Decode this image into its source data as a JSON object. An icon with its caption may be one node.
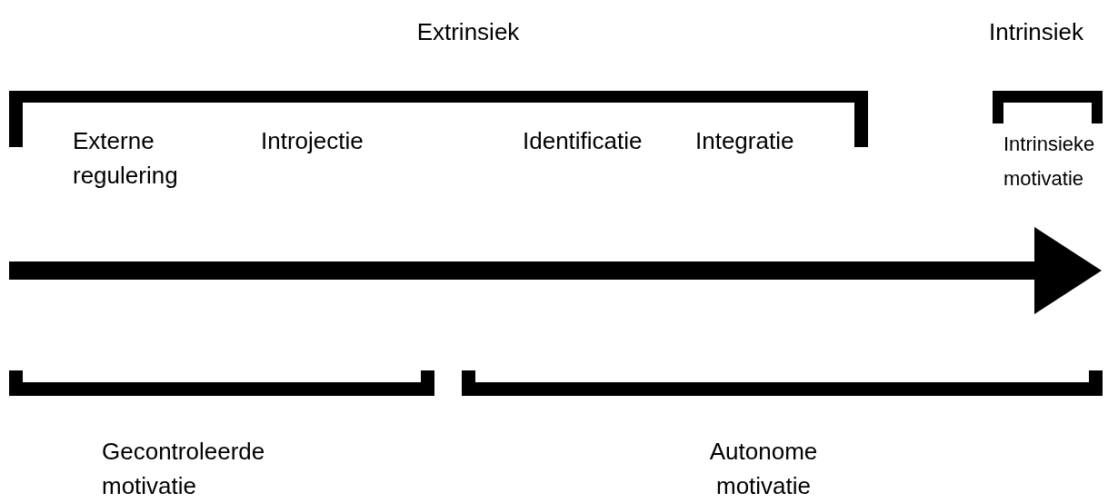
{
  "diagram": {
    "labels": [
      "Extrinsiek",
      "Intrinsiek",
      "Externe regulering",
      "Introjectie",
      "Identificatie",
      "Integratie",
      "Intrinsieke motivatie",
      "Gecontroleerde motivatie",
      "Autonome motivatie"
    ]
  }
}
